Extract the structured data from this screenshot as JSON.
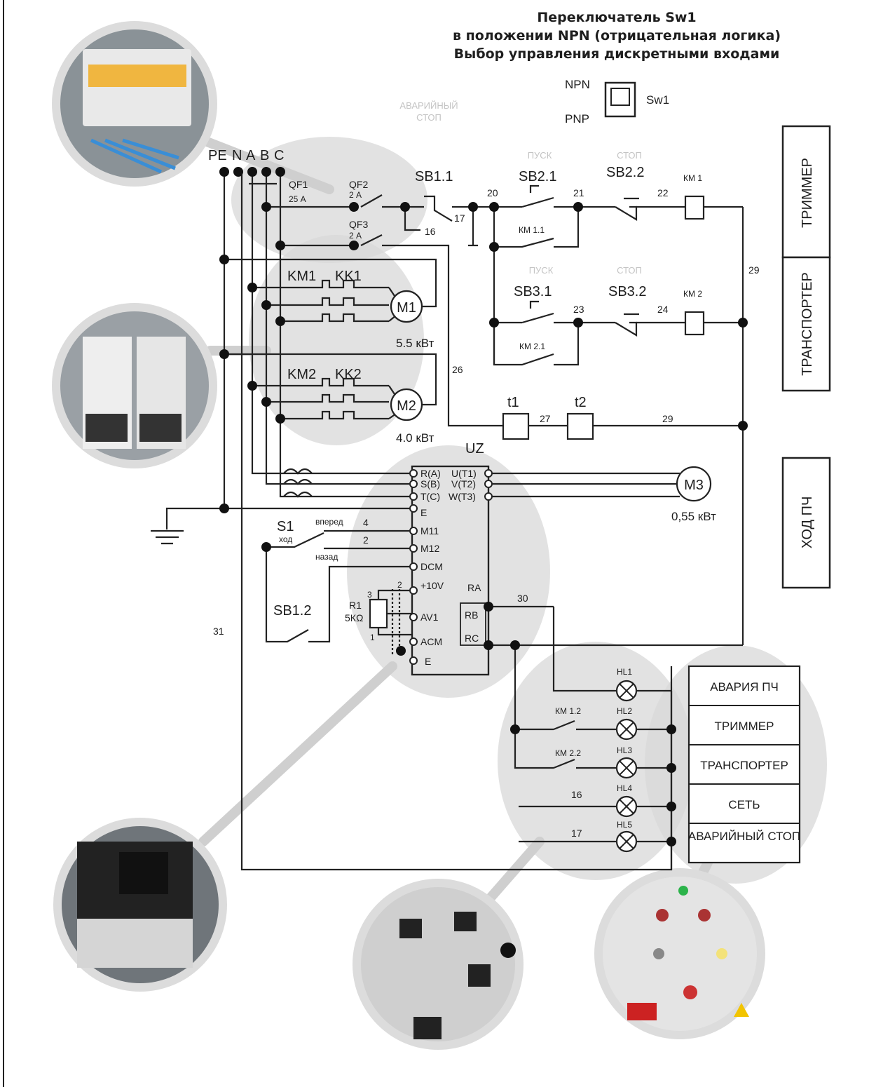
{
  "header": {
    "line1": "Переключатель Sw1",
    "line2": "в положении NPN (отрицательная логика)",
    "line3": "Выбор управления дискретными входами"
  },
  "switch_sw1": {
    "npn": "NPN",
    "pnp": "PNP",
    "name": "Sw1"
  },
  "bus_labels": {
    "pe": "PE",
    "n": "N",
    "a": "A",
    "b": "B",
    "c": "C"
  },
  "breakers": {
    "qf1": "QF1",
    "qf1_rating": "25 А",
    "qf2": "QF2",
    "qf2_rating": "2 А",
    "qf3": "QF3",
    "qf3_rating": "2 А"
  },
  "control": {
    "emergency_caption_1": "АВАРИЙНЫЙ",
    "emergency_caption_2": "СТОП",
    "sb1_1": "SB1.1",
    "start_caption": "ПУСК",
    "stop_caption": "СТОП",
    "sb2_1": "SB2.1",
    "sb2_2": "SB2.2",
    "sb3_1": "SB3.1",
    "sb3_2": "SB3.2",
    "km1_coil": "КМ 1",
    "km2_coil": "КМ 2",
    "km1_1": "КМ 1.1",
    "km2_1": "КМ 2.1",
    "t1": "t1",
    "t2": "t2"
  },
  "wire_numbers": {
    "n16": "16",
    "n17": "17",
    "n20": "20",
    "n21": "21",
    "n22": "22",
    "n23": "23",
    "n24": "24",
    "n26": "26",
    "n27": "27",
    "n29a": "29",
    "n29b": "29",
    "n30": "30",
    "n31": "31",
    "n4": "4",
    "n2": "2",
    "n16b": "16",
    "n17b": "17"
  },
  "motors": {
    "km1": "KM1",
    "kk1": "KK1",
    "m1": "M1",
    "m1_power": "5.5 кВт",
    "km2": "KM2",
    "kk2": "KK2",
    "m2": "M2",
    "m2_power": "4.0 кВт",
    "m3": "M3",
    "m3_power": "0,55 кВт"
  },
  "vfd": {
    "name": "UZ",
    "terminals_left": [
      "R(A)",
      "S(B)",
      "T(C)",
      "E",
      "M11",
      "M12",
      "DCM",
      "+10V",
      "AV1",
      "ACM",
      "E"
    ],
    "terminals_right": [
      "U(T1)",
      "V(T2)",
      "W(T3)"
    ],
    "relay": [
      "RA",
      "RB",
      "RC"
    ]
  },
  "inputs": {
    "s1": "S1",
    "s1_mode": "ход",
    "forward": "вперед",
    "backward": "назад",
    "sb1_2": "SB1.2",
    "r1": "R1",
    "r1_value": "5КΩ",
    "pot_pin3": "3",
    "pot_pin2": "2",
    "pot_pin1": "1"
  },
  "lamps": {
    "km1_2": "КМ 1.2",
    "km2_2": "КМ 2.2",
    "hl": [
      "HL1",
      "HL2",
      "HL3",
      "HL4",
      "HL5"
    ]
  },
  "side_boxes": {
    "trimmer": "ТРИММЕР",
    "conveyor": "ТРАНСПОРТЕР",
    "vfd_run": "ХОД ПЧ"
  },
  "legend": [
    "АВАРИЯ ПЧ",
    "ТРИММЕР",
    "ТРАНСПОРТЕР",
    "СЕТЬ",
    "АВАРИЙНЫЙ СТОП"
  ],
  "colors": {
    "wire": "#222222",
    "halo": "#d8d8d8",
    "background": "#ffffff"
  }
}
